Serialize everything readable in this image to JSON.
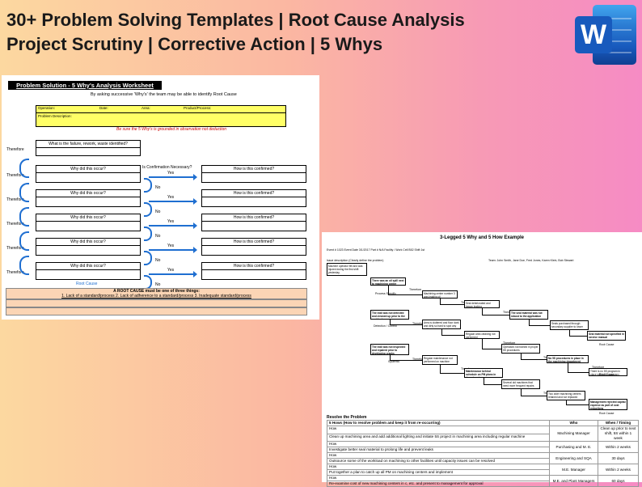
{
  "header": {
    "line1": "30+ Problem Solving Templates | Root Cause Analysis",
    "line2": "Project Scrutiny | Corrective Action | 5 Whys",
    "app_icon_letter": "W",
    "app_icon": "word-icon"
  },
  "ws1": {
    "title": "Problem Solution - 5 Why's Analysis Worksheet",
    "subtitle": "By asking successive 'Why's' the team may be able to identify Root Cause",
    "fields": [
      "Operation:",
      "Date:",
      "Area:",
      "Product/Process:"
    ],
    "problem_description": "Problem Description:",
    "note": "Be sure the 5 Why's is grounded in observation not deduction",
    "failure_label": "What is the failure, rework, waste identified?",
    "why_label": "Why did this occur?",
    "confirm_label": "How is this confirmed?",
    "confirm_question": "Is Confirmation Necessary?",
    "yes": "Yes",
    "no": "No",
    "therefore": "Therefore",
    "root_cause": "Root Cause",
    "rc_title": "A ROOT CAUSE must be one of three things:",
    "rc_options": "1. Lack of a standard/process   2. Lack of adherence to a standard/process   3. Inadequate standard/process"
  },
  "ws2": {
    "title": "3-Legged 5 Why and 5 How Example",
    "event_row": "Event #       1023          Event Date       3/1/2017          Part #            N/A          Facility / Work Cell         B52         Shift          1st",
    "issue": "Issue description (Clearly define the problem)",
    "team": "Team:   John Smith, Jane Doe, Fred Jones, Karen Klein, Bob Stewart",
    "issue_text": "Machine operator fell and was injured during the first shift yesterday.",
    "leg1": "Process Specific",
    "leg2": "Detection / Control",
    "leg3": "Systemic",
    "therefore": "Therefore",
    "boxes": [
      "There was an oil spill next to machining center",
      "Machining center number 3 was leaking oil",
      "Seal deteriorated and began leaking",
      "The seal material was not robust to the application",
      "Seals purchased through secondary supplier to lower price",
      "Seal material not specified in service manual",
      "The leak was not detected and cleaned up prior to the accident",
      "Area is cluttered and floor dark and dirty so hard to spot any spills",
      "Regular area cleaning not performed",
      "Operators not trained in proper 5S procedures",
      "No 5S procedures in place in the machining department",
      "There is no 5S program in place within the company",
      "The leak was not inspected and repaired prior to developing cracks",
      "Regular maintenance not performed on machine",
      "Maintenance behind schedule on PM plans in department",
      "Several old machines that need more frequent repairs",
      "Two older machining centers retained and not replaced",
      "Management rejected capital expense as part of cost reductions"
    ],
    "root_cause": "Root Cause",
    "resolve_title": "Resolve the Problem",
    "table_header": [
      "5 Hows (How to resolve problem and keep it from re-occurring)",
      "Who",
      "When / Timing"
    ],
    "rows": [
      {
        "how": "How",
        "text": "Clean up machining area and add additional lighting and initiate 5S project in machining area including regular machine",
        "who": "Machining Manager",
        "when": "Clean up prior to next shift, 5S within 1 week"
      },
      {
        "how": "How",
        "text": "Investigate better seal material to prolong life and prevent leaks",
        "who": "Purchasing and M. E.",
        "when": "Within 2 weeks"
      },
      {
        "how": "How",
        "text": "Outsource some of the workload on machining to other facilities until capacity issues can be resolved",
        "who": "Engineering and SQA",
        "when": "30 days"
      },
      {
        "how": "How",
        "text": "Put together a plan to catch up all PM on machining centers and implement",
        "who": "M.E. Manager",
        "when": "Within 2 weeks"
      },
      {
        "how": "How",
        "text": "Re-examine cost of new machining centers in c, etc. and present to management for approval",
        "who": "M.E. and Plant Managers",
        "when": "60 days"
      }
    ]
  }
}
